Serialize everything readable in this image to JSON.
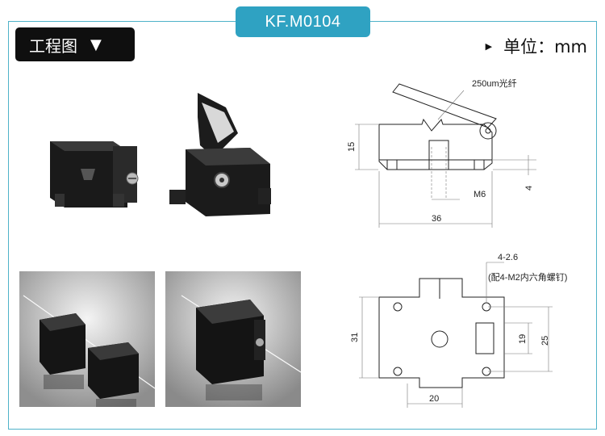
{
  "header": {
    "model": "KF.M0104"
  },
  "section": {
    "title": "工程图",
    "dropdown_icon": "triangle-down-icon"
  },
  "unit": {
    "label": "单位：mm",
    "bullet_icon": "triangle-right-icon"
  },
  "drawing_side": {
    "callout": "250um光纤",
    "dim_height": "15",
    "dim_step": "4",
    "dim_screw": "M6",
    "dim_width": "36"
  },
  "drawing_top": {
    "hole_label": "4-2.6",
    "hole_note": "(配4-M2内六角螺钉)",
    "dim_height": "31",
    "dim_inner": "19",
    "dim_hole_pitch": "25",
    "dim_width": "20"
  },
  "colors": {
    "accent": "#2fa2c2",
    "border": "#4fb2c9",
    "tag_bg": "#0f0f0f"
  }
}
